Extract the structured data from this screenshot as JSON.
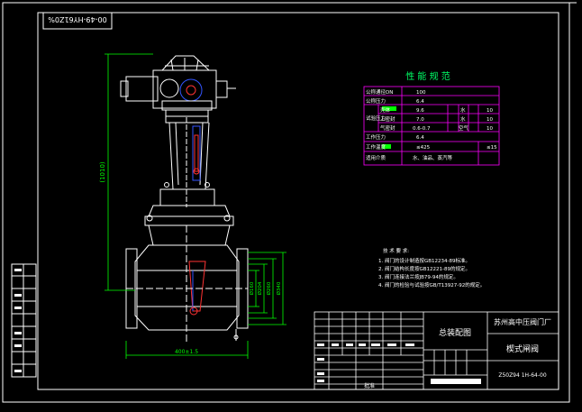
{
  "colors": {
    "background": "#000000",
    "border": "#ffffff",
    "drawing": "#ffffff",
    "dimension": "#00ff00",
    "table_line": "#ff00ff",
    "table_text": "#ffffff",
    "heading": "#00ff66",
    "cell_fill": "#00ff00",
    "valve_blue": "#3355ff",
    "valve_red": "#ff3333",
    "title_block_text": "#ffffff"
  },
  "drawing_id_top": "00-49-HY61Z0%",
  "dimensions": {
    "height": "(1010)",
    "length": "400±1.5",
    "v1": "Ø160",
    "v2": "Ø204",
    "v3": "Ø260",
    "v4": "Ø340"
  },
  "spec_table": {
    "title": "性 能 规 范",
    "rows": [
      {
        "label": "公称通径DN",
        "value": "100"
      },
      {
        "label": "公称压力",
        "value": "6.4"
      },
      {
        "label": "试验压力",
        "sub": "壳体",
        "value": "9.6",
        "c1": "水",
        "c2": "10"
      },
      {
        "label": "",
        "sub": "上密封",
        "value": "7.0",
        "c1": "水",
        "c2": "10"
      },
      {
        "label": "",
        "sub": "气密封",
        "value": "0.6-0.7",
        "c1": "空气",
        "c2": "10"
      },
      {
        "label": "工作压力",
        "value": "6.4"
      },
      {
        "label": "工作温度",
        "value": "≤425",
        "c2": "≤15"
      },
      {
        "label": "适用介质",
        "value": "水、油品、蒸汽等"
      }
    ]
  },
  "tech_notes": {
    "title": "技 术 要 求:",
    "items": [
      "1. 阀门的设计制造按GB12234-89标准。",
      "2. 阀门结构长度按GB12221-89的规定。",
      "3. 阀门连接法兰按JB79-94的规定。",
      "4. 阀门的检验与试验按GB/T13927-92的规定。"
    ]
  },
  "title_block": {
    "drawing_name": "总装配图",
    "company": "苏州高中压阀门厂",
    "product": "楔式闸阀",
    "code": "Z50Z94 1H-64-00",
    "footer_label": "批准"
  }
}
